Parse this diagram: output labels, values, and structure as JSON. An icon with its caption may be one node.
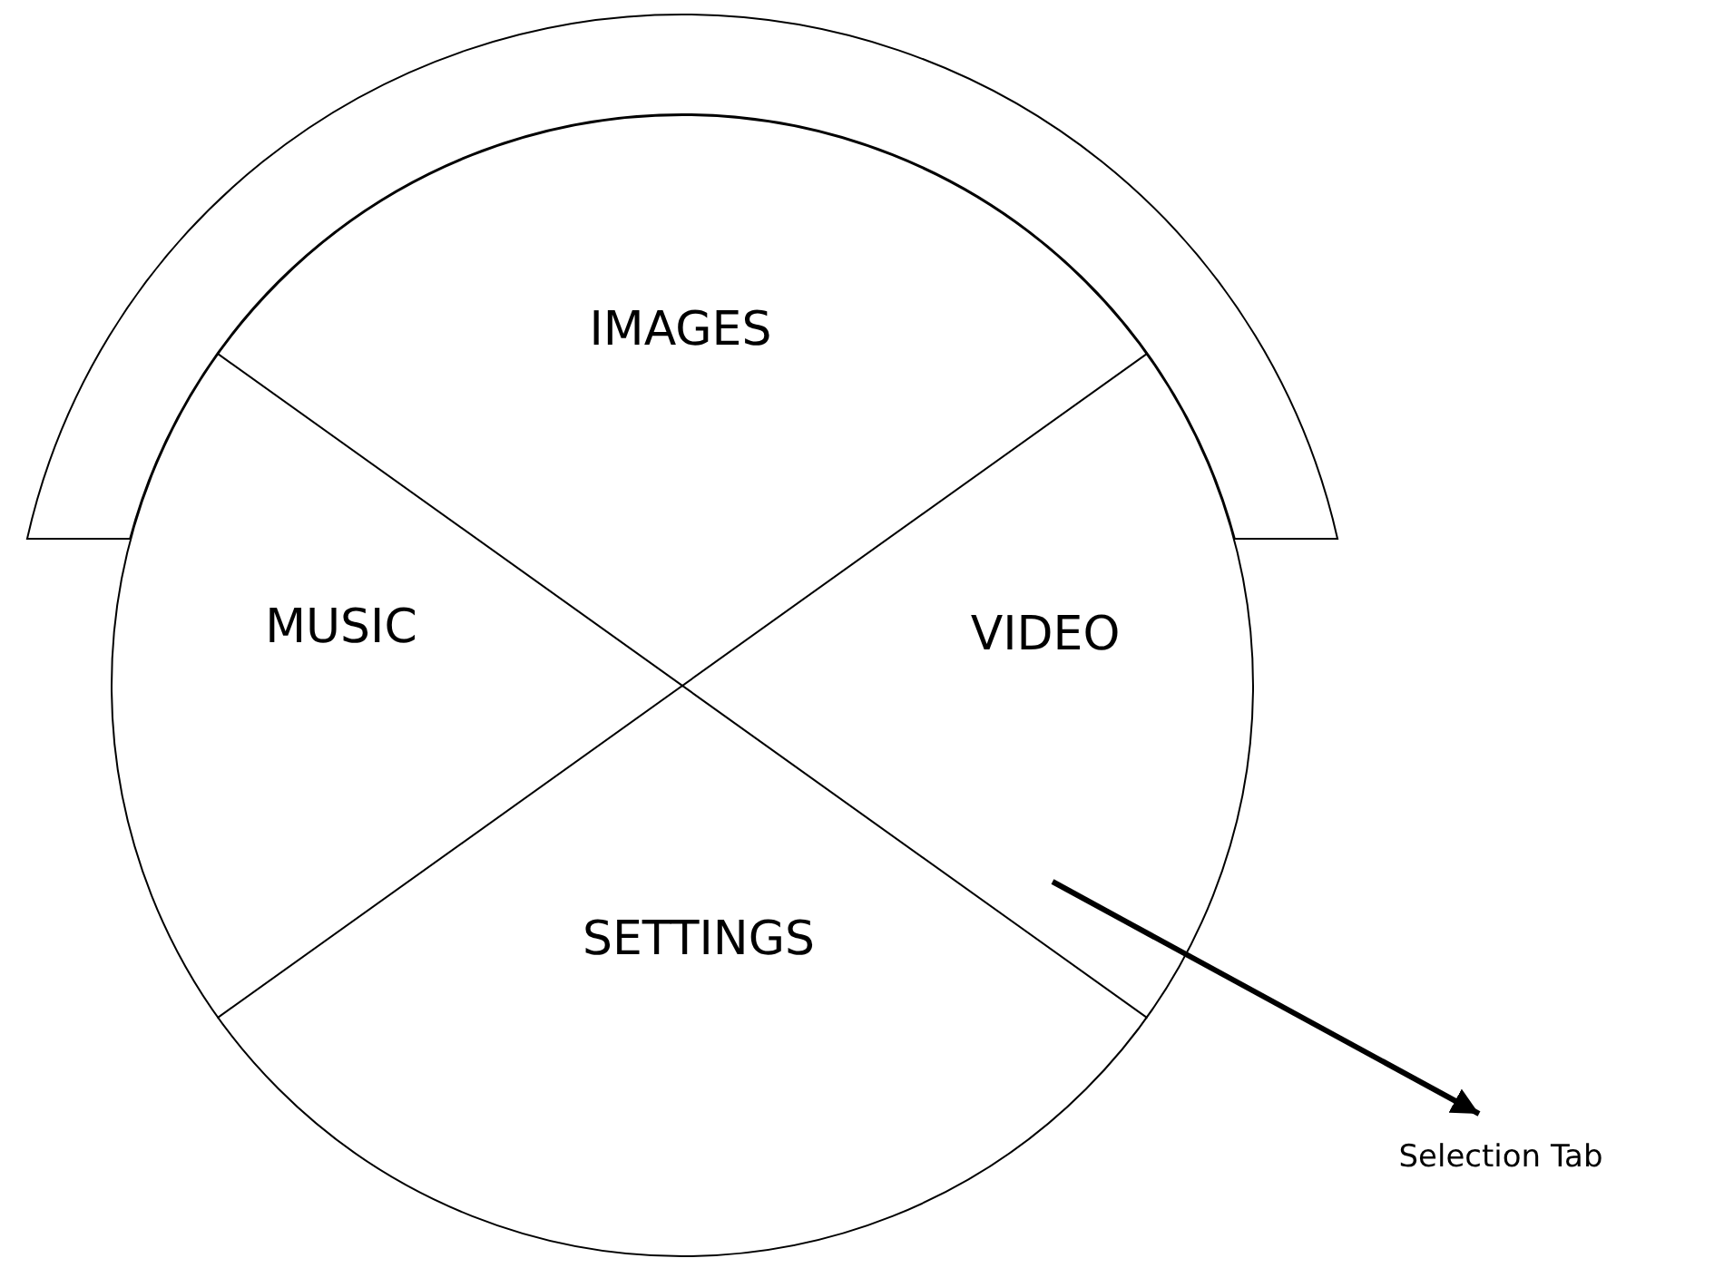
{
  "diagram": {
    "nodes": [
      {
        "text": [],
        "shape": "band"
      },
      {
        "text": [],
        "shape": "circle"
      },
      {
        "text": [
          "IMAGES"
        ],
        "in": 1
      },
      {
        "text": [
          "MUSIC"
        ],
        "in": 1
      },
      {
        "text": [
          "VIDEO"
        ],
        "in": 1
      },
      {
        "text": [
          "SETTINGS"
        ],
        "in": 1
      },
      {
        "text": [
          "Selection Tab"
        ]
      }
    ],
    "edges": [
      {
        "from": null,
        "to": 6,
        "arrow": "to"
      }
    ]
  }
}
